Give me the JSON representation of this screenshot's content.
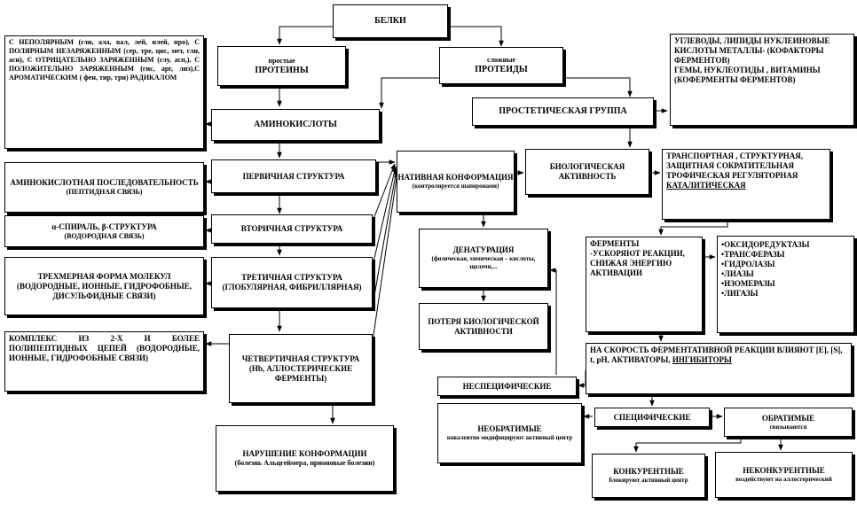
{
  "root": "БЕЛКИ",
  "simple": {
    "small": "простые",
    "title": "ПРОТЕИНЫ"
  },
  "complex": {
    "small": "сложные",
    "title": "ПРОТЕИДЫ"
  },
  "amino_desc": "С НЕПОЛЯРНЫМ (гли, ала, вал, лей, илей, про), С ПОЛЯРНЫМ НЕЗАРЯЖЕННЫМ (сер, тре, цис, мет, глн, асн), С ОТРИЦАТЕЛЬНО ЗАРЯЖЕННЫМ (глу, асп,), С ПОЛОЖИТЕЛЬНО ЗАРЯЖЕННЫМ (гис, арг, лиз),С АРОМАТИЧЕСКИМ ( фен, тир, три) РАДИКАЛОМ",
  "amino": "АМИНОКИСЛОТЫ",
  "prosthetic": "ПРОСТЕТИЧЕСКАЯ ГРУППА",
  "cofactors": "УГЛЕВОДЫ, ЛИПИДЫ НУКЛЕИНОВЫЕ КИСЛОТЫ МЕТАЛЛЫ- (КОФАКТОРЫ ФЕРМЕНТОВ)\nГЕМЫ, НУКЛЕОТИДЫ , ВИТАМИНЫ (КОФЕРМЕНТЫ ФЕРМЕНТОВ)",
  "primary": "ПЕРВИЧНАЯ СТРУКТУРА",
  "primary_desc": {
    "main": "АМИНОКИСЛОТНАЯ ПОСЛЕДОВАТЕЛЬНОСТЬ",
    "sub": "(ПЕПТИДНАЯ СВЯЗЬ)"
  },
  "secondary": "ВТОРИЧНАЯ СТРУКТУРА",
  "secondary_desc": {
    "main": "α-СПИРАЛЬ, β-СТРУКТУРА",
    "sub": "(ВОДОРОДНАЯ СВЯЗЬ)"
  },
  "tertiary": {
    "main": "ТРЕТИЧНАЯ СТРУКТУРА",
    "sub": "(ГЛОБУЛЯРНАЯ, ФИБРИЛЛЯРНАЯ)"
  },
  "tertiary_desc": "ТРЕХМЕРНАЯ ФОРМА МОЛЕКУЛ (ВОДОРОДНЫЕ, ИОННЫЕ, ГИДРОФОБНЫЕ, ДИСУЛЬФИДНЫЕ СВЯЗИ)",
  "quaternary": {
    "main": "ЧЕТВЕРТИЧНАЯ СТРУКТУРА",
    "sub": "(Hb, АЛЛОСТЕРИЧЕСКИЕ ФЕРМЕНТЫ)"
  },
  "quaternary_desc": "КОМПЛЕКС ИЗ 2-Х И БОЛЕЕ ПОЛИПЕПТИДНЫХ ЦЕПЕЙ (ВОДОРОДНЫЕ, ИОННЫЕ, ГИДРОФОБНЫЕ СВЯЗИ)",
  "disruption": {
    "main": "НАРУШЕНИЕ КОНФОРМАЦИИ",
    "sub": "(болезнь Альцгеймера, прионовые болезни)"
  },
  "native": {
    "main": "НАТИВНАЯ КОНФОРМАЦИЯ",
    "sub": "(контролируется шаперонами)"
  },
  "bio_activity": "БИОЛОГИЧЕСКАЯ АКТИВНОСТЬ",
  "functions": {
    "text": "ТРАНСПОРТНАЯ , СТРУКТУРНАЯ, ЗАЩИТНАЯ СОКРАТИТЕЛЬНАЯ ТРОФИЧЕСКАЯ РЕГУЛЯТОРНАЯ",
    "catalytic": "КАТАЛИТИЧЕСКАЯ"
  },
  "denaturation": {
    "main": "ДЕНАТУРАЦИЯ",
    "sub": "(физическая, химическая – кислоты, щелочи,..."
  },
  "loss": "ПОТЕРЯ БИОЛОГИЧЕСКОЙ АКТИВНОСТИ",
  "enzymes": "ФЕРМЕНТЫ\n-УСКОРЯЮТ РЕАКЦИИ, СНИЖАЯ ЭНЕРГИЮ АКТИВАЦИИ",
  "enzyme_classes": [
    "•ОКСИДОРЕДУКТАЗЫ",
    "•ТРАНСФЕРАЗЫ",
    "•ГИДРОЛАЗЫ",
    "•ЛИАЗЫ",
    "•ИЗОМЕРАЗЫ",
    "•ЛИГАЗЫ"
  ],
  "rate": {
    "text": "НА СКОРОСТЬ ФЕРМЕНТАТИВНОЙ РЕАКЦИИ ВЛИЯЮТ [E], [S], t, pH, АКТИВАТОРЫ, ",
    "inhibitors": "ИНГИБИТОРЫ"
  },
  "nonspecific": "НЕСПЕЦИФИЧЕСКИЕ",
  "specific": "СПЕЦИФИЧЕСКИЕ",
  "irreversible": {
    "main": "НЕОБРАТИМЫЕ",
    "sub": "ковалентно модифицируют активный центр"
  },
  "reversible": {
    "main": "ОБРАТИМЫЕ",
    "sub": "связываются"
  },
  "competitive": {
    "main": "КОНКУРЕНТНЫЕ",
    "sub": "блокируют активный центр"
  },
  "noncompetitive": {
    "main": "НЕКОНКУРЕНТНЫЕ",
    "sub": "воздействуют на аллостерический"
  }
}
